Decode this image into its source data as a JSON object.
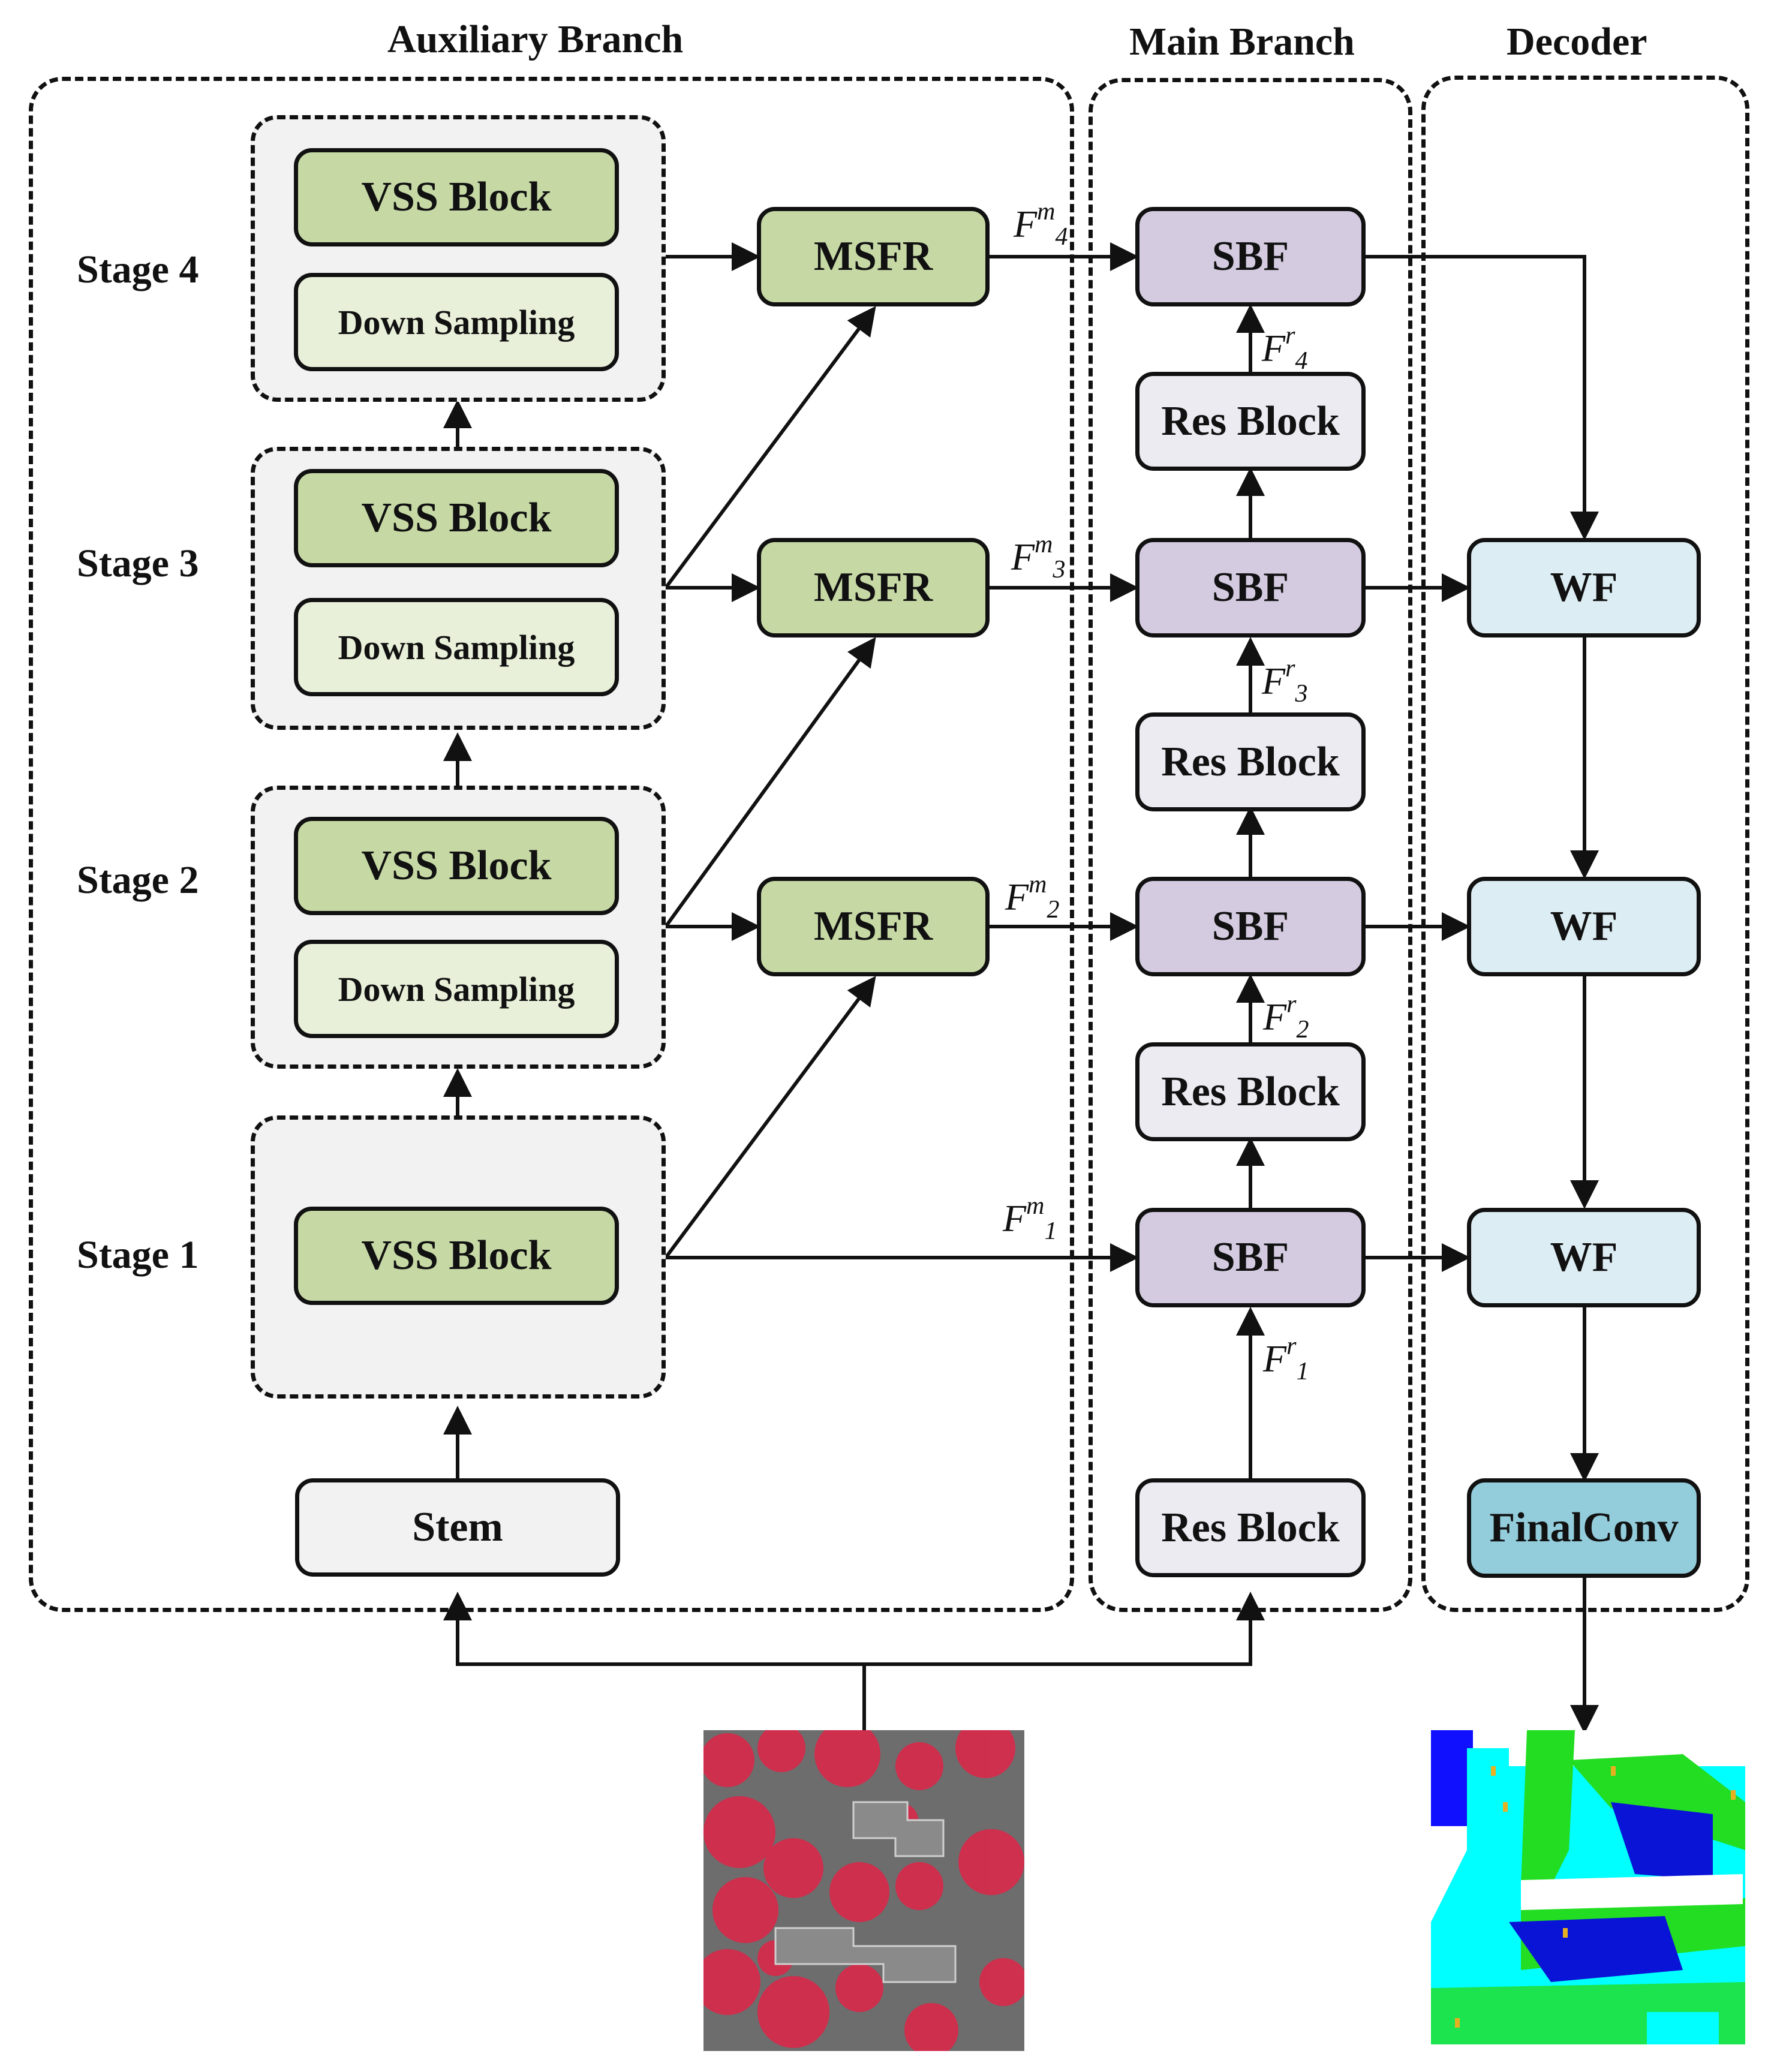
{
  "titles": {
    "auxiliary": "Auxiliary Branch",
    "main": "Main Branch",
    "decoder": "Decoder"
  },
  "stages": [
    {
      "label": "Stage 1",
      "vss": "VSS Block"
    },
    {
      "label": "Stage 2",
      "vss": "VSS Block",
      "down": "Down Sampling"
    },
    {
      "label": "Stage 3",
      "vss": "VSS Block",
      "down": "Down Sampling"
    },
    {
      "label": "Stage 4",
      "vss": "VSS Block",
      "down": "Down Sampling"
    }
  ],
  "stem": "Stem",
  "msfr": [
    "MSFR",
    "MSFR",
    "MSFR"
  ],
  "sbf": [
    "SBF",
    "SBF",
    "SBF",
    "SBF"
  ],
  "res_blocks": [
    "Res Block",
    "Res Block",
    "Res Block",
    "Res Block"
  ],
  "wf": [
    "WF",
    "WF",
    "WF"
  ],
  "final_conv": "FinalConv",
  "feature_labels": {
    "m": [
      {
        "base": "F",
        "sup": "m",
        "sub": "1"
      },
      {
        "base": "F",
        "sup": "m",
        "sub": "2"
      },
      {
        "base": "F",
        "sup": "m",
        "sub": "3"
      },
      {
        "base": "F",
        "sup": "m",
        "sub": "4"
      }
    ],
    "r": [
      {
        "base": "F",
        "sup": "r",
        "sub": "1"
      },
      {
        "base": "F",
        "sup": "r",
        "sub": "2"
      },
      {
        "base": "F",
        "sup": "r",
        "sub": "3"
      },
      {
        "base": "F",
        "sup": "r",
        "sub": "4"
      }
    ]
  },
  "colors": {
    "vss": "#c6d9a5",
    "down_sampling": "#e8f0d9",
    "sbf": "#d4cbe1",
    "res_block": "#ecebf2",
    "wf": "#dcedf3",
    "final_conv": "#93cddb"
  }
}
